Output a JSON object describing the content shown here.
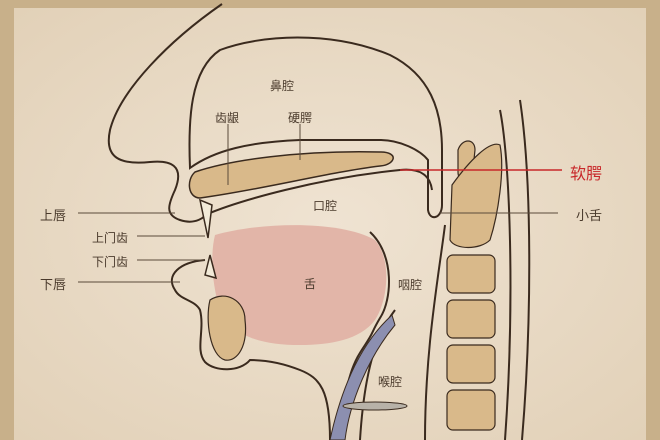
{
  "labels": {
    "nasal_cavity": "鼻腔",
    "alveolar_ridge": "齿龈",
    "hard_palate": "硬腭",
    "soft_palate": "软腭",
    "upper_lip": "上唇",
    "oral_cavity": "口腔",
    "uvula": "小舌",
    "upper_teeth": "上门齿",
    "lower_teeth": "下门齿",
    "lower_lip": "下唇",
    "tongue": "舌",
    "pharynx": "咽腔",
    "larynx": "喉腔"
  },
  "colors": {
    "highlight": "#c8282a",
    "outline": "#3a2a1e",
    "bone": "#d9b98a",
    "tongue": "#e2b5a8",
    "paper": "#ecdfcc"
  }
}
